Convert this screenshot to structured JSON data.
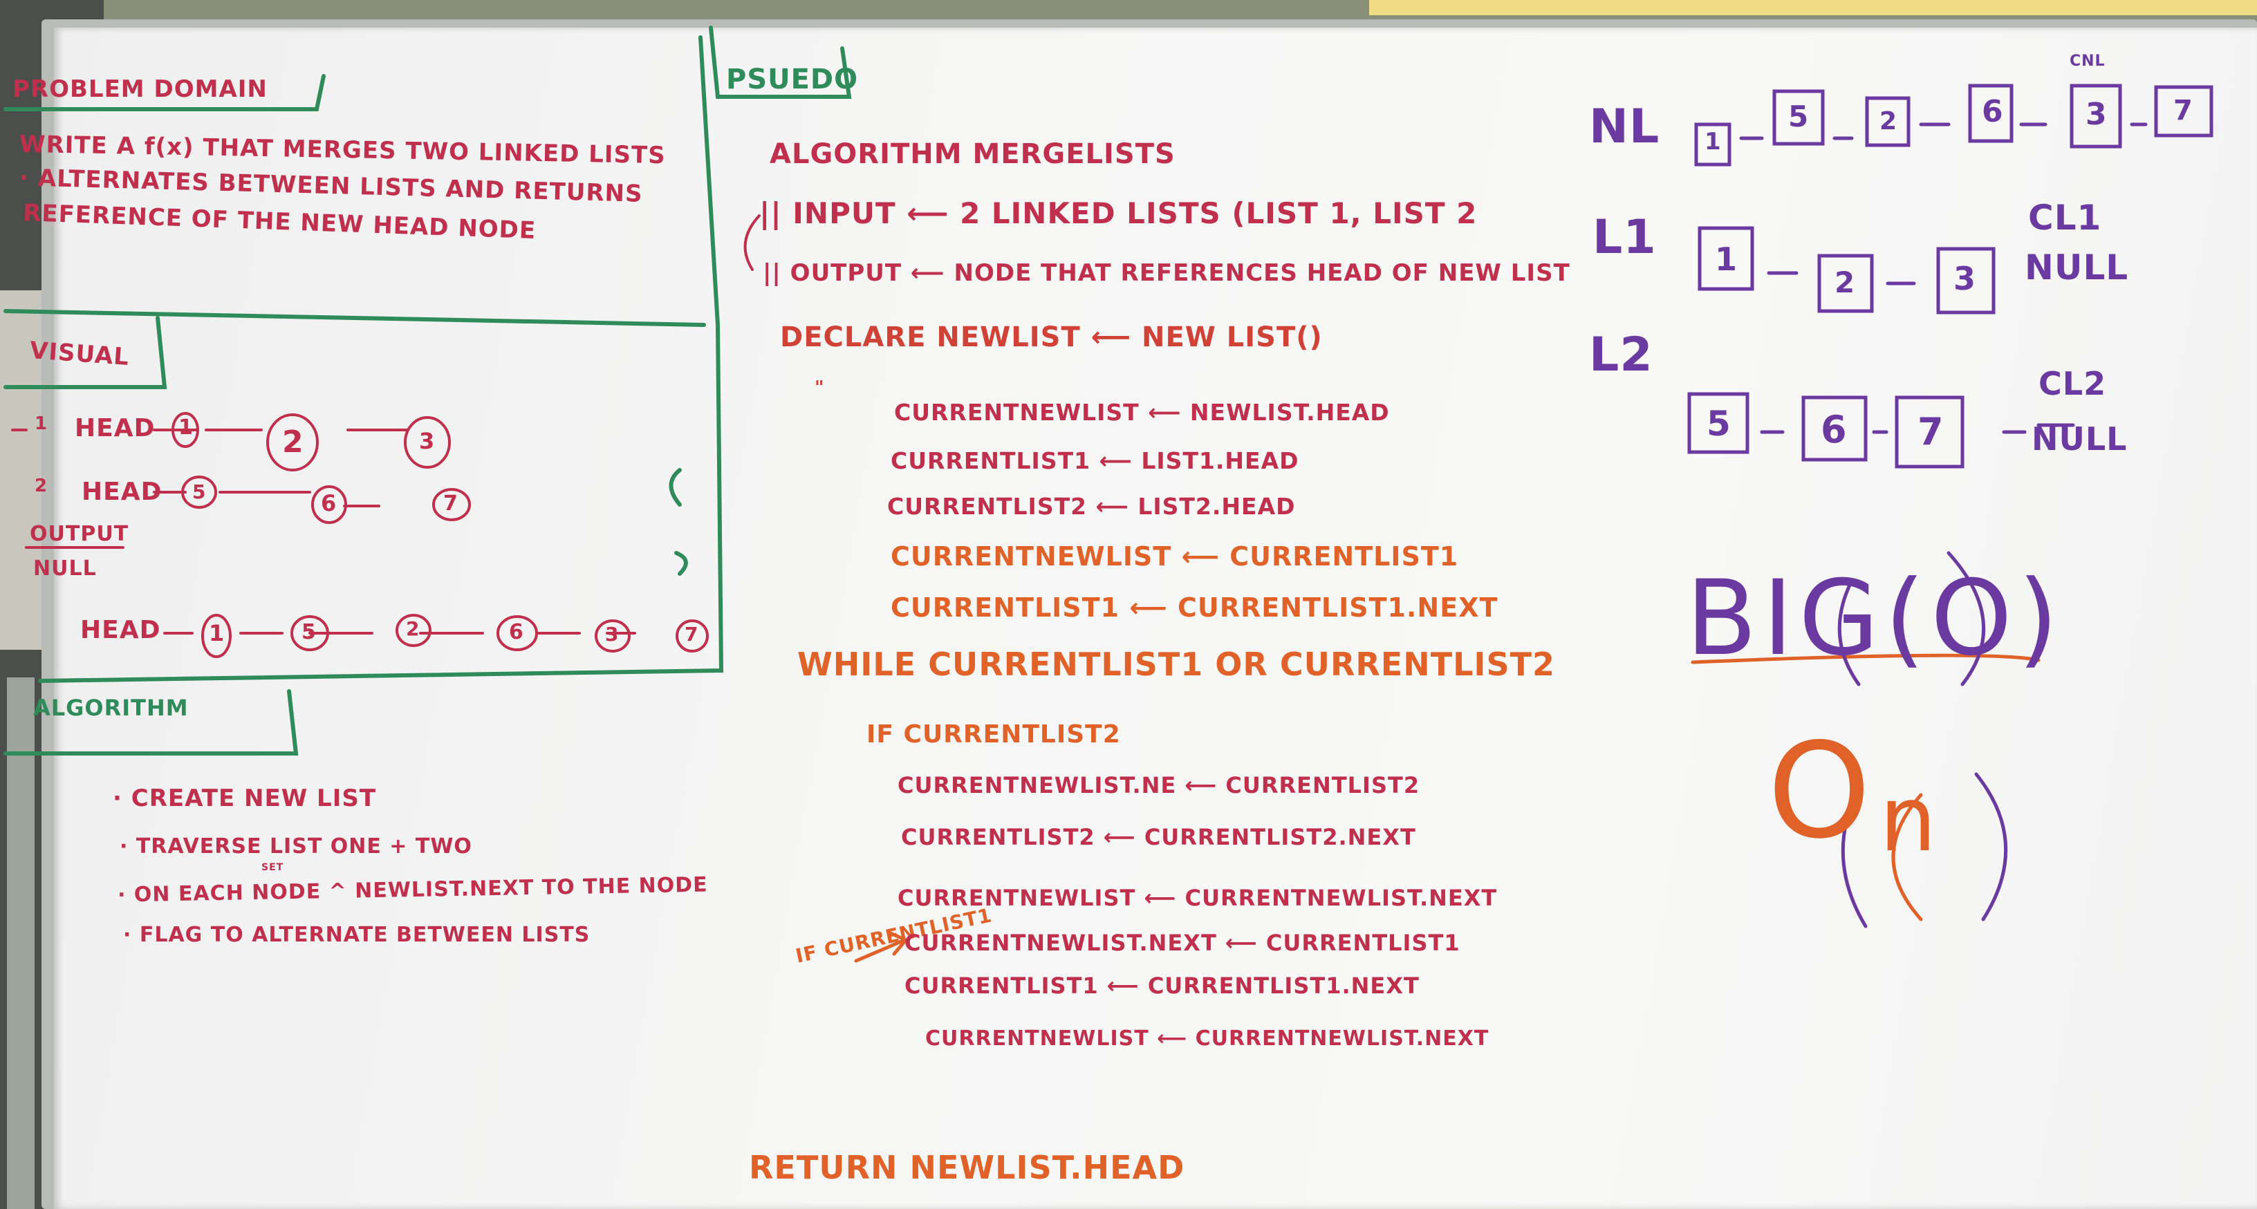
{
  "problem_domain": {
    "heading": "PROBLEM DOMAIN",
    "lines": [
      "WRITE A f(x) THAT MERGES TWO LINKED LISTS",
      "· ALTERNATES BETWEEN LISTS AND RETURNS",
      "REFERENCE OF THE NEW HEAD NODE"
    ]
  },
  "visual": {
    "heading": "VISUAL",
    "list1": {
      "marker": "1",
      "head": "HEAD",
      "nodes": [
        "1",
        "2",
        "3"
      ]
    },
    "list2": {
      "marker": "2",
      "head": "HEAD",
      "nodes": [
        "5",
        "6",
        "7"
      ]
    },
    "output_heading": "OUTPUT",
    "output_sub": "NULL",
    "output": {
      "head": "HEAD",
      "nodes": [
        "1",
        "5",
        "2",
        "6",
        "3",
        "7"
      ]
    }
  },
  "algorithm": {
    "heading": "ALGORITHM",
    "steps": [
      "· CREATE NEW LIST",
      "· TRAVERSE LIST ONE + TWO",
      "· ON EACH NODE ^ NEWLIST.NEXT TO THE NODE",
      "· FLAG TO ALTERNATE BETWEEN LISTS"
    ],
    "caret_note": "SET"
  },
  "pseudo": {
    "heading": "PSUEDO",
    "name": "ALGORITHM  MERGELISTS",
    "input": "|| INPUT ⟵  2 LINKED LISTS (LIST 1, LIST 2",
    "output": "|| OUTPUT ⟵ NODE THAT REFERENCES HEAD OF NEW LIST",
    "declare": "DECLARE NEWLIST ⟵ NEW LIST()",
    "ditto": "\"",
    "declarations": [
      "CURRENTNEWLIST ⟵ NEWLIST.HEAD",
      "CURRENTLIST1 ⟵ LIST1.HEAD",
      "CURRENTLIST2 ⟵ LIST2.HEAD"
    ],
    "init": [
      "CURRENTNEWLIST ⟵ CURRENTLIST1",
      "CURRENTLIST1 ⟵ CURRENTLIST1.NEXT"
    ],
    "while": "WHILE CURRENTLIST1 OR CURRENTLIST2",
    "if2": "IF CURRENTLIST2",
    "if2_body": [
      "CURRENTNEWLIST.NE  ⟵ CURRENTLIST2",
      "CURRENTLIST2 ⟵ CURRENTLIST2.NEXT",
      "CURRENTNEWLIST ⟵ CURRENTNEWLIST.NEXT"
    ],
    "if1": "IF CURRENTLIST1",
    "if1_body": [
      "CURRENTNEWLIST.NEXT ⟵ CURRENTLIST1",
      "CURRENTLIST1 ⟵ CURRENTLIST1.NEXT",
      "CURRENTNEWLIST ⟵ CURRENTNEWLIST.NEXT"
    ],
    "return": "RETURN NEWLIST.HEAD"
  },
  "diagram": {
    "nl_label": "NL",
    "nl_nodes": [
      "1",
      "5",
      "2",
      "6",
      "3",
      "7"
    ],
    "nl_marker": "CNL",
    "l1_label": "L1",
    "l1_nodes": [
      "1",
      "2",
      "3"
    ],
    "l1_pointer": "CL1",
    "l1_null": "NULL",
    "l2_label": "L2",
    "l2_nodes": [
      "5",
      "6",
      "7"
    ],
    "l2_pointer": "CL2",
    "l2_null": "NULL"
  },
  "big_o": {
    "heading": "BIG(O)",
    "o": "O",
    "n": "n"
  },
  "colors": {
    "red_marker": "#c0304d",
    "orange_marker": "#e06228",
    "green_marker": "#2f8c5a",
    "purple_marker": "#6b3aa0"
  }
}
